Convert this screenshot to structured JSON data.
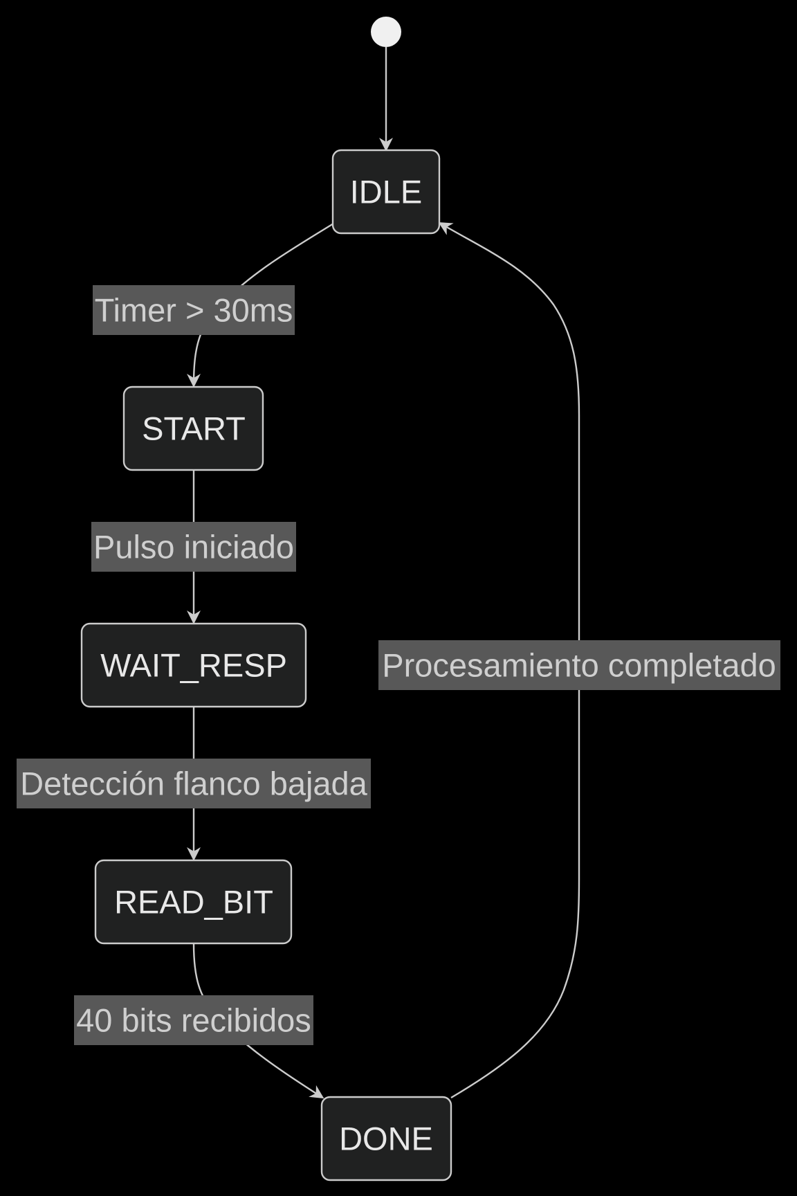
{
  "diagram": {
    "type": "state-machine",
    "colors": {
      "background": "#000000",
      "state_fill": "#202121",
      "stroke": "#cccccc",
      "label_bg": "#585858",
      "state_text": "#e8e8e8",
      "label_text": "#cfcfcf"
    },
    "states": [
      {
        "id": "idle",
        "label": "IDLE"
      },
      {
        "id": "start",
        "label": "START"
      },
      {
        "id": "wait_resp",
        "label": "WAIT_RESP"
      },
      {
        "id": "read_bit",
        "label": "READ_BIT"
      },
      {
        "id": "done",
        "label": "DONE"
      }
    ],
    "transitions": [
      {
        "from": "initial",
        "to": "idle",
        "label": ""
      },
      {
        "from": "idle",
        "to": "start",
        "label": "Timer > 30ms"
      },
      {
        "from": "start",
        "to": "wait_resp",
        "label": "Pulso iniciado"
      },
      {
        "from": "wait_resp",
        "to": "read_bit",
        "label": "Detección flanco bajada"
      },
      {
        "from": "read_bit",
        "to": "done",
        "label": "40 bits recibidos"
      },
      {
        "from": "done",
        "to": "idle",
        "label": "Procesamiento completado"
      }
    ]
  }
}
